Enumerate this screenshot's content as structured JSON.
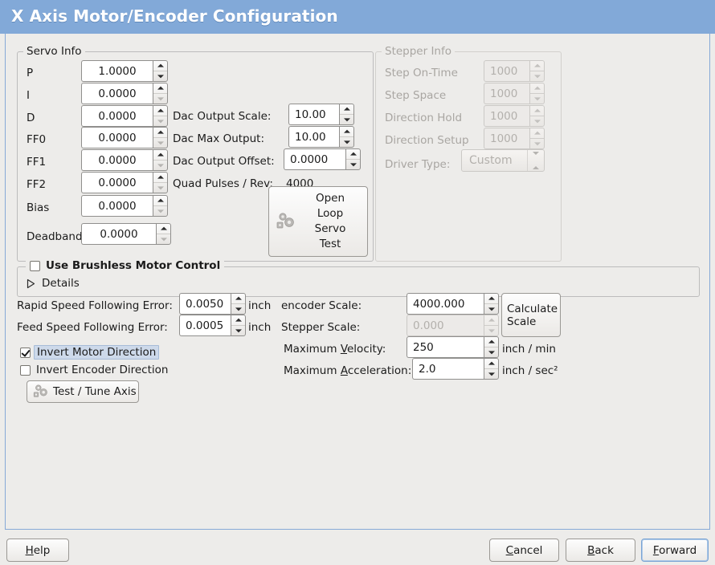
{
  "window": {
    "title": "X Axis Motor/Encoder Configuration",
    "accent": "#82a9d8",
    "background": "#edecea"
  },
  "servo_info": {
    "legend": "Servo Info",
    "rows": [
      {
        "label": "P",
        "value": "1.0000"
      },
      {
        "label": "I",
        "value": "0.0000"
      },
      {
        "label": "D",
        "value": "0.0000"
      },
      {
        "label": "FF0",
        "value": "0.0000"
      },
      {
        "label": "FF1",
        "value": "0.0000"
      },
      {
        "label": "FF2",
        "value": "0.0000"
      },
      {
        "label": "Bias",
        "value": "0.0000"
      },
      {
        "label": "Deadband",
        "value": "0.0000"
      }
    ],
    "dac": {
      "output_scale_label": "Dac Output Scale:",
      "output_scale_value": "10.00",
      "max_output_label": "Dac Max Output:",
      "max_output_value": "10.00",
      "output_offset_label": "Dac Output Offset:",
      "output_offset_value": "0.0000",
      "quad_pulses_label": "Quad Pulses / Rev:",
      "quad_pulses_value": "4000"
    },
    "open_loop_button": {
      "line1": "Open",
      "line2": "Loop",
      "line3": "Servo",
      "line4": "Test",
      "icon": "gears-icon"
    }
  },
  "stepper_info": {
    "legend": "Stepper Info",
    "enabled": false,
    "rows": [
      {
        "label": "Step On-Time",
        "value": "1000"
      },
      {
        "label": "Step Space",
        "value": "1000"
      },
      {
        "label": "Direction Hold",
        "value": "1000"
      },
      {
        "label": "Direction Setup",
        "value": "1000"
      }
    ],
    "driver_type_label": "Driver Type:",
    "driver_type_value": "Custom"
  },
  "brushless": {
    "legend": "Use Brushless Motor Control",
    "checked": false,
    "details_label": "Details",
    "details_expanded": false
  },
  "tuning": {
    "rapid_following_error_label": "Rapid Speed Following Error:",
    "rapid_following_error_value": "0.0050",
    "rapid_following_error_unit": "inch",
    "feed_following_error_label": "Feed Speed Following Error:",
    "feed_following_error_value": "0.0005",
    "feed_following_error_unit": "inch",
    "invert_motor_label": "Invert Motor Direction",
    "invert_motor_checked": true,
    "invert_encoder_label": "Invert Encoder Direction",
    "invert_encoder_checked": false,
    "test_tune_label": "Test / Tune Axis",
    "test_tune_icon": "gears-icon"
  },
  "scales": {
    "encoder_scale_label": "encoder Scale:",
    "encoder_scale_value": "4000.000",
    "stepper_scale_label": "Stepper Scale:",
    "stepper_scale_value": "0.000",
    "stepper_scale_enabled": false,
    "calculate_scale_line1": "Calculate",
    "calculate_scale_line2": "Scale",
    "max_velocity_label_pre": "Maximum ",
    "max_velocity_label_mnemonic": "V",
    "max_velocity_label_post": "elocity:",
    "max_velocity_value": "250",
    "max_velocity_unit": "inch / min",
    "max_accel_label_pre": "Maximum ",
    "max_accel_label_mnemonic": "A",
    "max_accel_label_post": "cceleration:",
    "max_accel_value": "2.0",
    "max_accel_unit": "inch / sec²"
  },
  "footer": {
    "help_pre": "",
    "help_mnemonic": "H",
    "help_post": "elp",
    "cancel_pre": "",
    "cancel_mnemonic": "C",
    "cancel_post": "ancel",
    "back_pre": "",
    "back_mnemonic": "B",
    "back_post": "ack",
    "forward_pre": "",
    "forward_mnemonic": "F",
    "forward_post": "orward",
    "focused": "forward-button"
  }
}
